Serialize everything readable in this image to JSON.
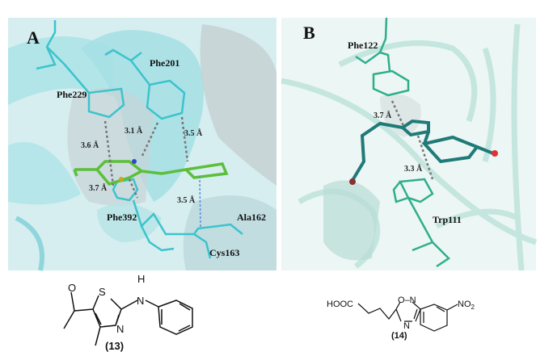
{
  "panel_a": {
    "label": "A",
    "residues": [
      "Phe201",
      "Phe229",
      "Phe392",
      "Ala162",
      "Cys163"
    ],
    "distances": [
      "3.1 Å",
      "3.5 Å",
      "3.6 Å",
      "3.7 Å",
      "3.5 Å"
    ],
    "compound_label": "(13)",
    "structure_atoms": {
      "o": "O",
      "s": "S",
      "n": "N",
      "h": "H",
      "nh_n": "N"
    }
  },
  "panel_b": {
    "label": "B",
    "residues": [
      "Phe122",
      "Trp111"
    ],
    "distances": [
      "3.7 Å",
      "3.3 Å"
    ],
    "compound_label": "(14)",
    "structure_atoms": {
      "acid": "HOOC",
      "ring_top": "O–N",
      "ring_n": "N",
      "nitro": "NO",
      "nitro_sub": "2"
    }
  },
  "colors": {
    "cyan": "#5fcfd6",
    "teal": "#2f9e8a",
    "ligand_a": "#5cbf3a",
    "ligand_b": "#1f7a78"
  }
}
